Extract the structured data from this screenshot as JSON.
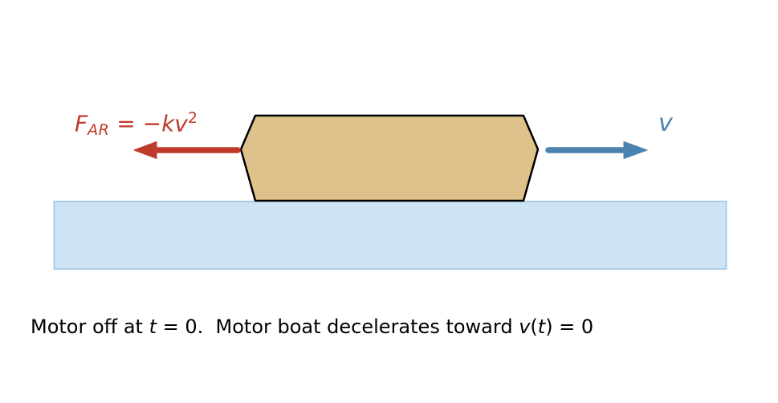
{
  "force_label": {
    "f": "F",
    "sub": "AR",
    "eq": " = −",
    "kv": "kv",
    "exp": "2"
  },
  "velocity_label": "v",
  "caption": {
    "parts": [
      "Motor off at ",
      "t",
      " = 0.  Motor boat decelerates toward ",
      "v",
      "(",
      "t",
      ") = 0"
    ]
  },
  "colors": {
    "boat_fill": "#dfc28b",
    "boat_outline": "#000000",
    "water_fill": "#cee4f4",
    "water_border": "#a8cde8",
    "drag_arrow": "#c03a2b",
    "velocity_arrow": "#4a82b0",
    "velocity_text": "#4983b6",
    "force_text": "#c03a2b",
    "caption_text": "#000000"
  }
}
